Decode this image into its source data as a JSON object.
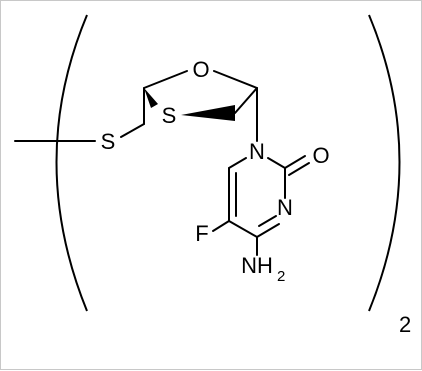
{
  "structure": {
    "atoms": {
      "ring_oxygen": "O",
      "ring_sulfur": "S",
      "thioether_sulfur": "S",
      "ring_nitrogen_1": "N",
      "carbonyl_oxygen": "O",
      "ring_nitrogen_3": "N",
      "fluorine": "F",
      "amine": "NH",
      "amine_subscript": "2"
    },
    "repeat_count": "2"
  },
  "colors": {
    "bond": "#000000",
    "background": "#ffffff",
    "frame_border": "#c8c8c8"
  }
}
